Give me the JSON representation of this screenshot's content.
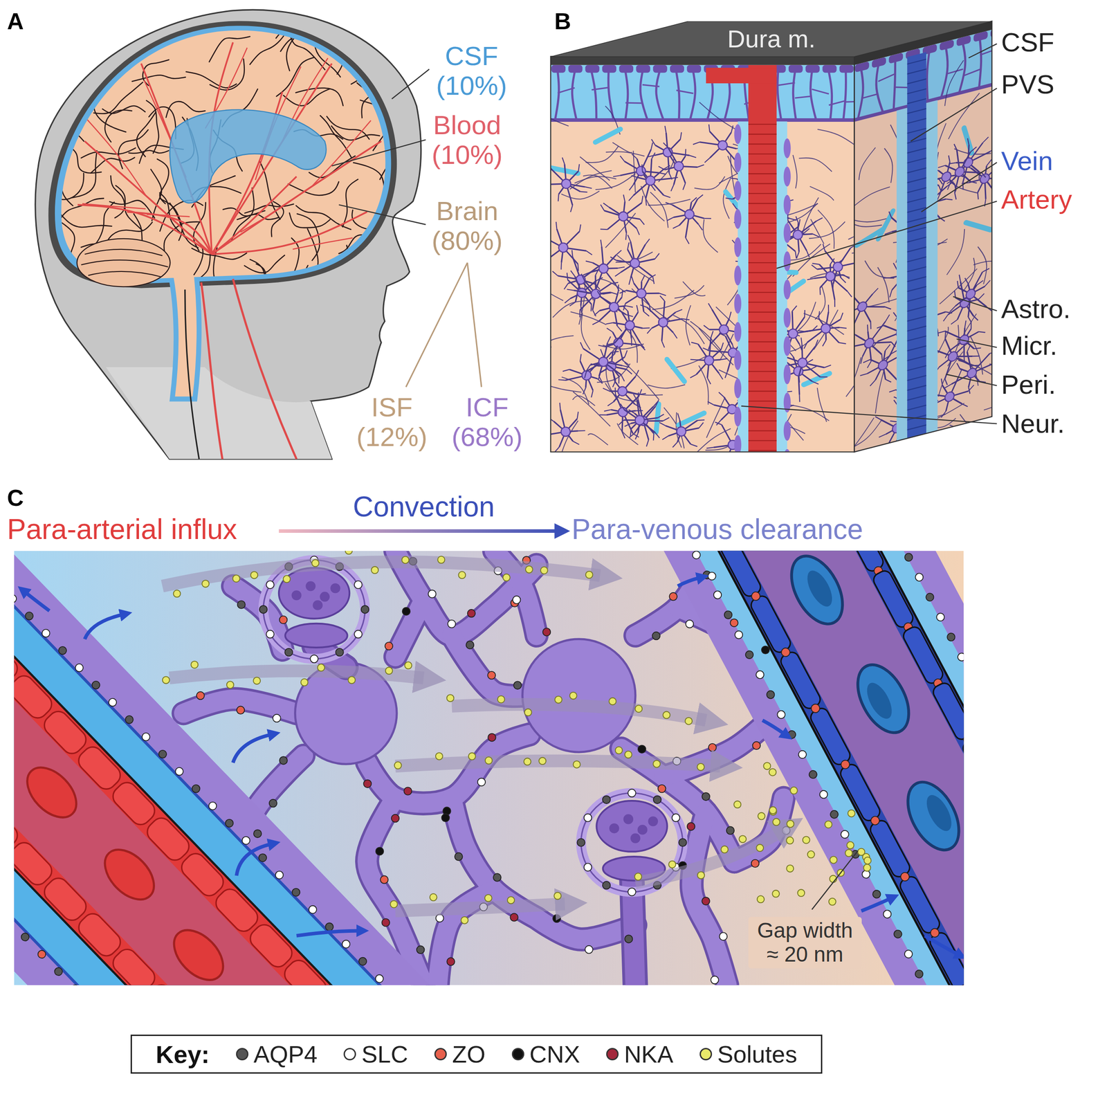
{
  "diagram": {
    "nodes": [
      {
        "text": [
          "Dura m."
        ]
      }
    ],
    "labels": [
      "A",
      "CSF (10%)",
      "Blood (10%)",
      "Brain (80%)",
      "ISF (12%)",
      "ICF (68%)",
      "B",
      "CSF",
      "PVS",
      "Vein",
      "Artery",
      "Astro.",
      "Micr.",
      "Peri.",
      "Neur.",
      "C",
      "Para-arterial influx",
      "Convection",
      "Para-venous clearance",
      "Gap width ≈ 20 nm",
      "Key:"
    ],
    "legend": [
      {
        "text": "AQP4",
        "color": "#555555"
      },
      {
        "text": "SLC",
        "color": "#ffffff"
      },
      {
        "text": "ZO",
        "color": "#e8604c"
      },
      {
        "text": "CNX",
        "color": "#111111"
      },
      {
        "text": "NKA",
        "color": "#a3283c"
      },
      {
        "text": "Solutes",
        "color": "#e8e86a"
      }
    ]
  }
}
